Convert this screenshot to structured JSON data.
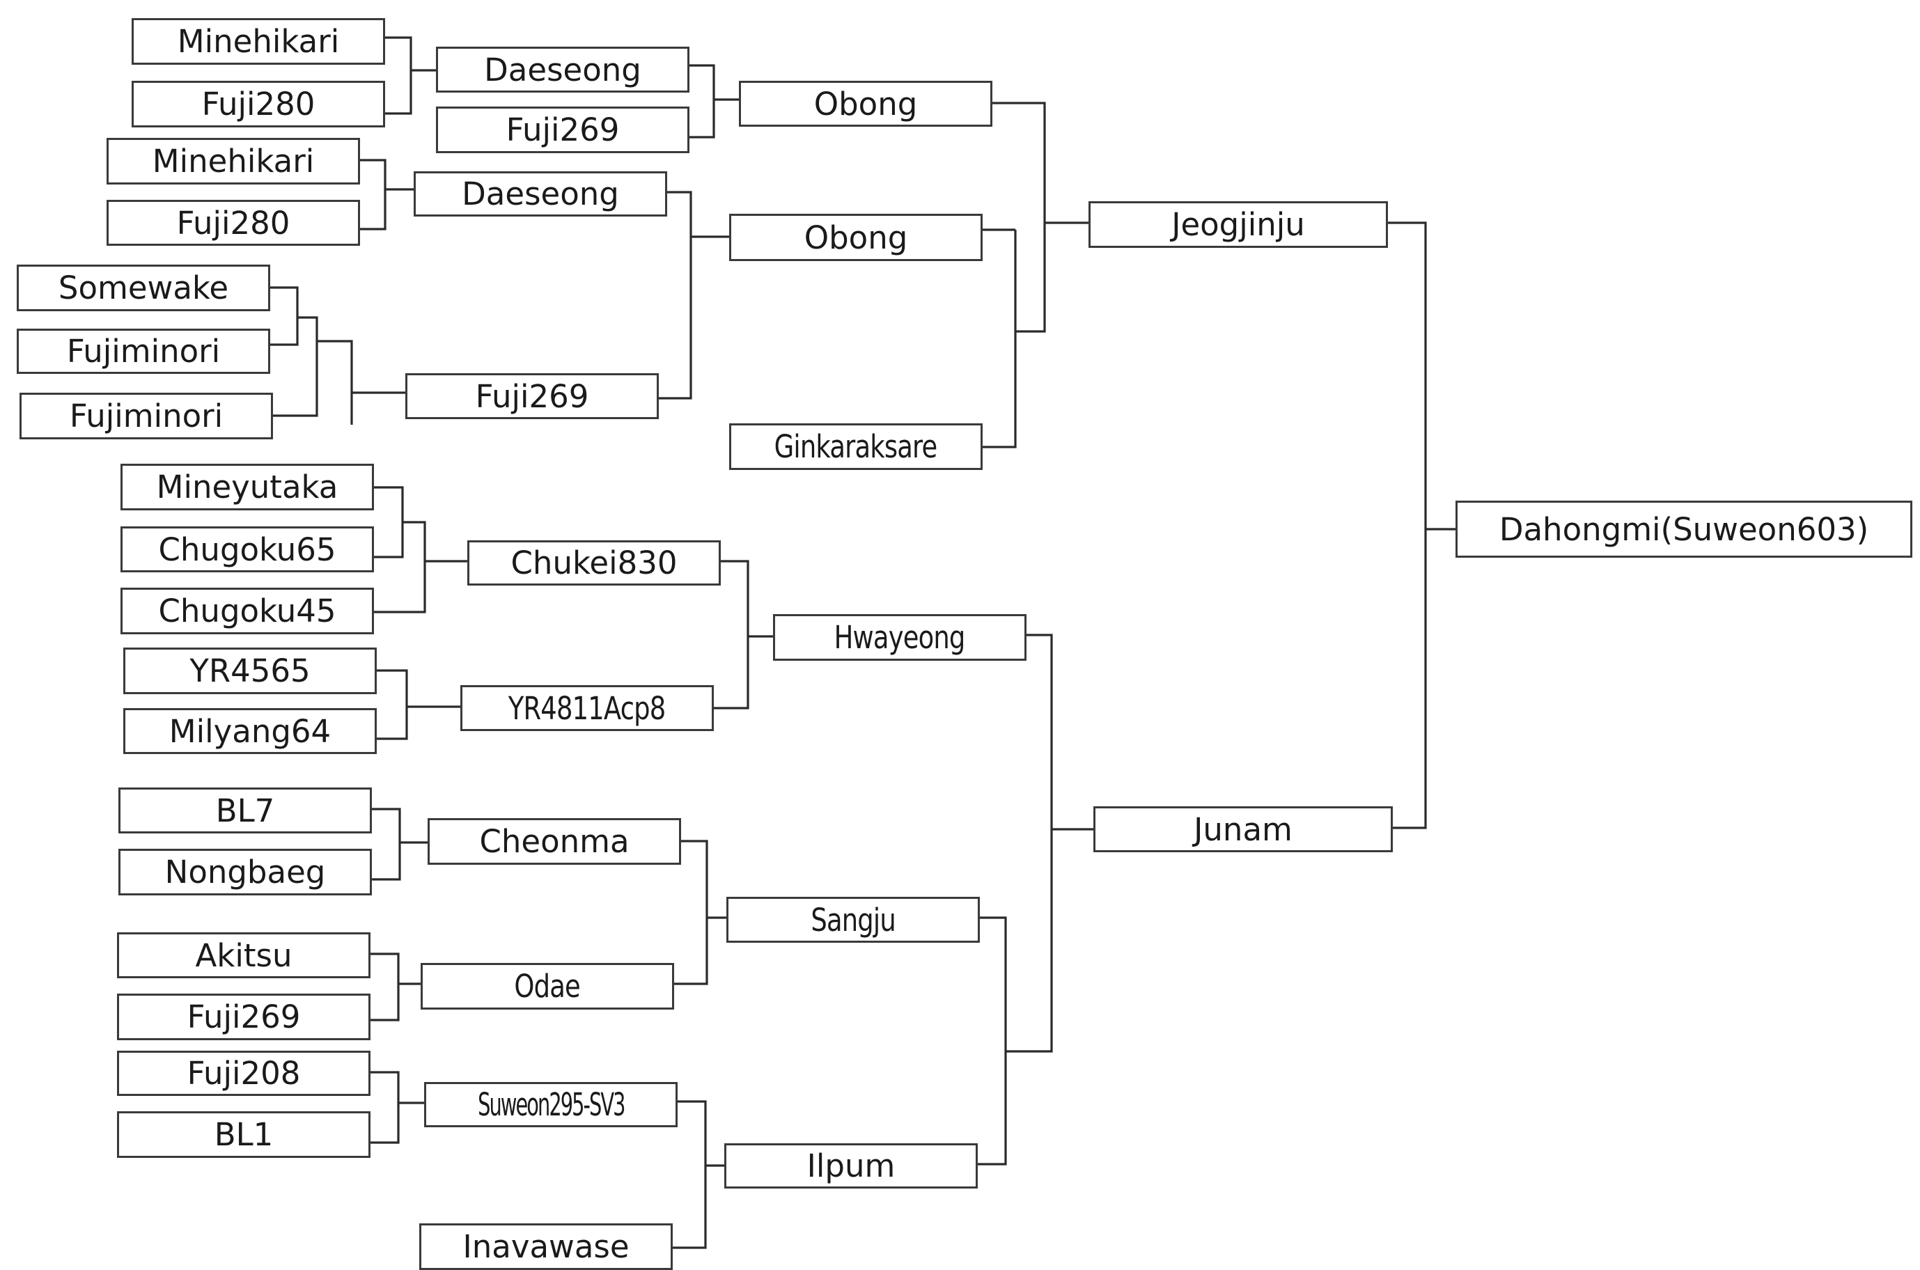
{
  "pedigree": {
    "root": "Dahongmi(Suweon603)",
    "nodes": {
      "minehikari_a": "Minehikari",
      "fuji280_a": "Fuji280",
      "daeseong_a": "Daeseong",
      "fuji269_a": "Fuji269",
      "obong_a": "Obong",
      "minehikari_b": "Minehikari",
      "fuji280_b": "Fuji280",
      "daeseong_b": "Daeseong",
      "obong_b": "Obong",
      "somewake": "Somewake",
      "fujiminori_a": "Fujiminori",
      "fujiminori_b": "Fujiminori",
      "fuji269_b": "Fuji269",
      "ginkaraksare": "Ginkaraksare",
      "jeogjinju": "Jeogjinju",
      "mineyutaka": "Mineyutaka",
      "chugoku65": "Chugoku65",
      "chugoku45": "Chugoku45",
      "chukei830": "Chukei830",
      "yr4565": "YR4565",
      "milyang64": "Milyang64",
      "yr4811acp8": "YR4811Acp8",
      "hwayeong": "Hwayeong",
      "bl7": "BL7",
      "nongbaeg": "Nongbaeg",
      "cheonma": "Cheonma",
      "akitsu": "Akitsu",
      "fuji269_c": "Fuji269",
      "odae": "Odae",
      "sangju": "Sangju",
      "fuji208": "Fuji208",
      "bl1": "BL1",
      "suweon295": "Suweon295-SV3",
      "inavawase": "Inavawase",
      "ilpum": "Ilpum",
      "junam": "Junam",
      "dahongmi": "Dahongmi(Suweon603)"
    }
  }
}
